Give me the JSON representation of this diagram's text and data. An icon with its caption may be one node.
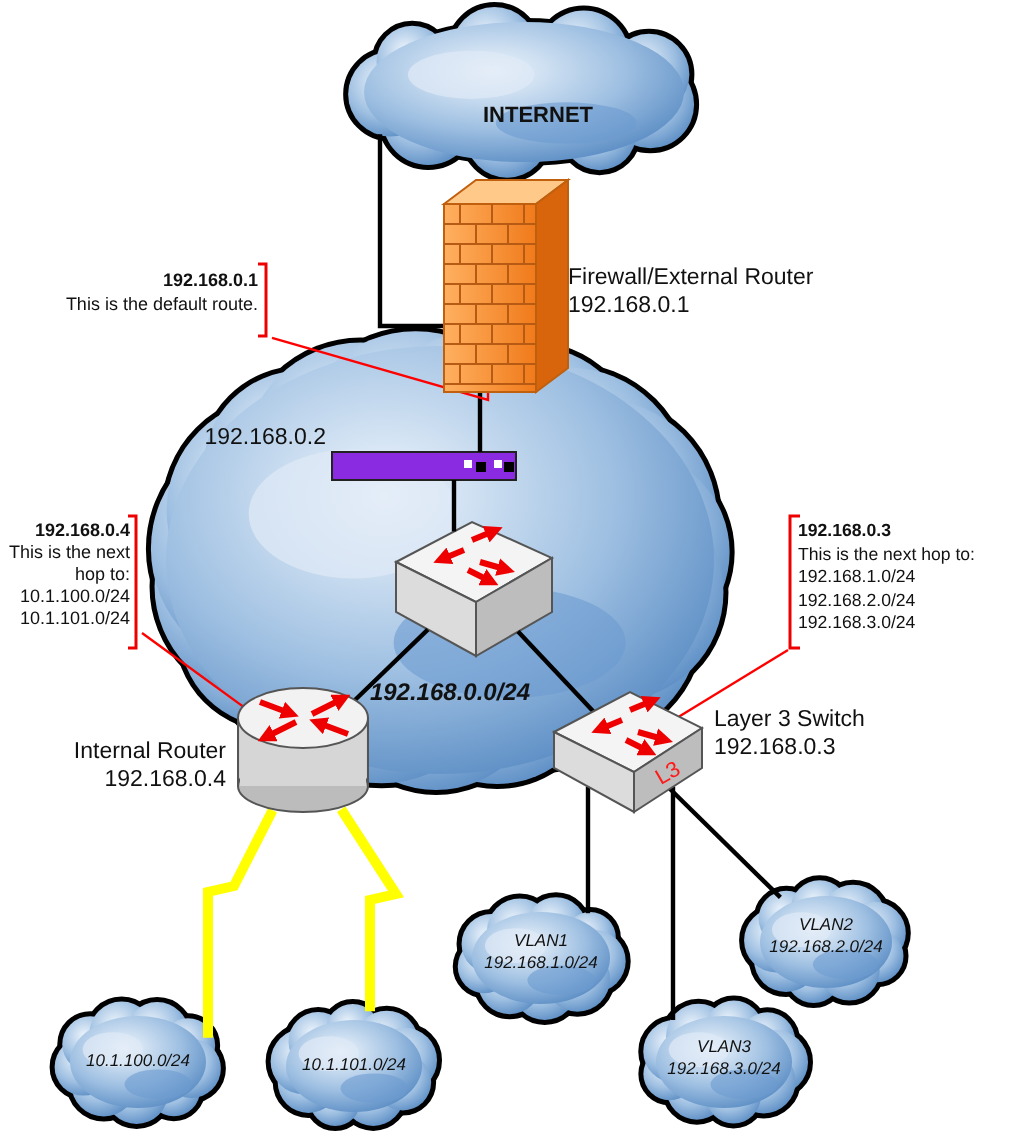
{
  "diagram": {
    "nodes": [
      {
        "text": [
          "INTERNET"
        ]
      },
      {
        "text": [
          "Firewall/External Router",
          "192.168.0.1"
        ]
      },
      {
        "text": [
          "192.168.0.0/24"
        ]
      },
      {
        "text": [
          "192.168.0.2"
        ],
        "in": 2
      },
      {
        "text": [],
        "shape": "picture",
        "in": 2
      },
      {
        "text": [
          "Internal Router",
          "192.168.0.4"
        ]
      },
      {
        "text": [
          "Layer 3 Switch",
          "192.168.0.3"
        ]
      },
      {
        "text": [
          "10.1.100.0/24"
        ]
      },
      {
        "text": [
          "10.1.101.0/24"
        ]
      },
      {
        "text": [
          "VLAN1",
          "192.168.1.0/24"
        ]
      },
      {
        "text": [
          "VLAN2",
          "192.168.2.0/24"
        ]
      },
      {
        "text": [
          "VLAN3",
          "192.168.3.0/24"
        ]
      },
      {
        "text": [
          "192.168.0.1",
          "This is the default route."
        ]
      },
      {
        "text": [
          "192.168.0.4",
          "This is the next hop to:",
          "10.1.100.0/24",
          "10.1.101.0/24"
        ]
      },
      {
        "text": [
          "192.168.0.3",
          "This is the next hop to:",
          "192.168.1.0/24",
          "192.168.2.0/24",
          "192.168.3.0/24"
        ]
      }
    ],
    "edges": [
      {
        "from": 0,
        "to": 1,
        "arrow": "none"
      },
      {
        "from": 1,
        "to": 3,
        "arrow": "none"
      },
      {
        "from": 3,
        "to": 4,
        "arrow": "none"
      },
      {
        "from": 4,
        "to": 5,
        "arrow": "none"
      },
      {
        "from": 4,
        "to": 6,
        "arrow": "none"
      },
      {
        "from": 5,
        "to": 7,
        "arrow": "none",
        "style": "thick",
        "color": "#ffff00"
      },
      {
        "from": 5,
        "to": 8,
        "arrow": "none",
        "style": "thick",
        "color": "#ffff00"
      },
      {
        "from": 6,
        "to": 9,
        "arrow": "none"
      },
      {
        "from": 6,
        "to": 11,
        "arrow": "none"
      },
      {
        "from": 6,
        "to": 10,
        "arrow": "none"
      },
      {
        "from": 12,
        "to": 1,
        "arrow": "none",
        "color": "#ff0000"
      },
      {
        "from": 13,
        "to": 5,
        "arrow": "none",
        "color": "#ff0000"
      },
      {
        "from": 14,
        "to": 6,
        "arrow": "none",
        "color": "#ff0000"
      }
    ],
    "labels": [
      "L3"
    ]
  }
}
